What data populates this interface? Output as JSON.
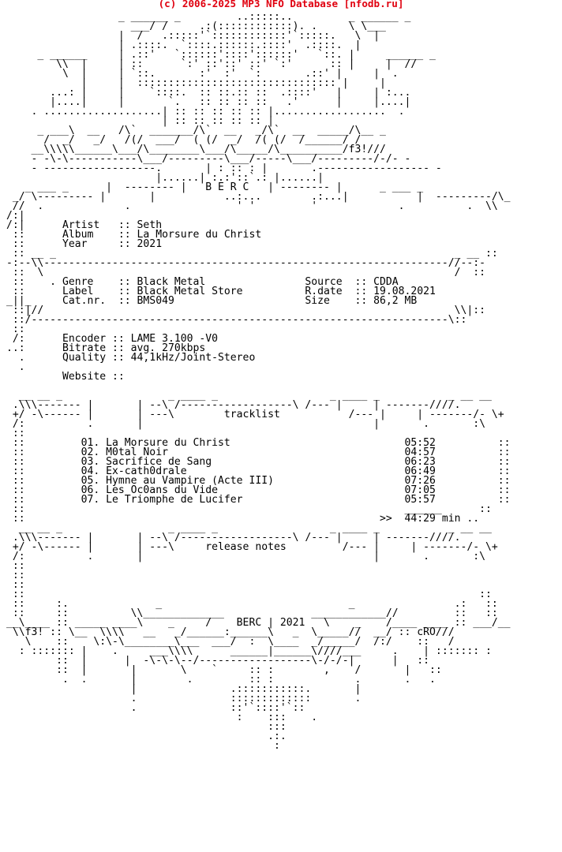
{
  "header": {
    "site_title": "(c) 2006-2025 MP3 NFO Database [nfodb.ru]"
  },
  "nfo": {
    "group": "B E R C",
    "signature_left": "f3!",
    "signature_right": "cRO",
    "release": {
      "artist": "Seth",
      "album": "La Morsure du Christ",
      "year": "2021",
      "genre": "Black Metal",
      "label": "Black Metal Store",
      "catnr": "BMS049",
      "source": "CDDA",
      "rdate": "19.08.2021",
      "size": "86,2 MB",
      "encoder": "LAME 3.100 -V0",
      "bitrate": "avg. 270kbps",
      "quality": "44,1kHz/Joint-Stereo",
      "website": ""
    },
    "tracklist_title": "tracklist",
    "tracks": [
      {
        "num": "01.",
        "title": "La Morsure du Christ",
        "time": "05:52"
      },
      {
        "num": "02.",
        "title": "M0tal Noir",
        "time": "04:57"
      },
      {
        "num": "03.",
        "title": "Sacrifice de Sang",
        "time": "06:23"
      },
      {
        "num": "04.",
        "title": "Ex-cath0drale",
        "time": "06:49"
      },
      {
        "num": "05.",
        "title": "Hymne au Vampire (Acte III)",
        "time": "07:26"
      },
      {
        "num": "06.",
        "title": "Les Oc0ans du Vide",
        "time": "07:05"
      },
      {
        "num": "07.",
        "title": "Le Triomphe de Lucifer",
        "time": "05:57"
      }
    ],
    "total_time": "44:29 min",
    "release_notes_title": "release notes",
    "footer": "BERC | 2021",
    "art": [
      "                  _ ______ _         ..:::::..         _ ______ _",
      "                    ___/ /     .:(::::::::::::). .     \\ \\___",
      "                  |  /   .:::::'`::::::::::::'`:::::.   \\  |",
      "                  | .::::.  `::::.::::::.::::'  .::::.  |",
      "     _ ______     | .::'   `::::::'::::'::::::'   `::. |     ______ _",
      "        \\\\  |     | ::      `:' ::'::' ::' `:'      :: |     |  //",
      "         \\  |     | `::.       :'  :'  `:       .::' |     |  .",
      "            |     |  :::::::::::::::::::::::::::::::: |     |",
      "       ...: |     |    `::::.  :: ::.:: ::  .::::'   |     | :...",
      "       |....|     |       `.   :: :: :: ::   .'      |     |....|",
      "    . ...................| :: :: :: :: :: |..................  .",
      "                         | :: :: :: :: :: |",
      "     _ ___\\  __   /\\`  _______/\\`  __   _/\\`  __  _____/\\__ _",
      "      /  _/   _/   /(/  ___/  ( (/  _/  /( (/  /______/ /",
      "    __\\\\\\\\\\______\\___/\\________\\___/\\_____/\\__________/f3!///",
      "    - -\\-\\-----------\\___/---------\\___/-----\\___/---------/-/- -",
      "    - ------------------.       | : :: : |       .------------------ -",
      "                        |......| :.:'::`.: |......|",
      "   _ ___ _      |  -------- |   B E R C   | -------- |      _ ___ _"
    ]
  }
}
